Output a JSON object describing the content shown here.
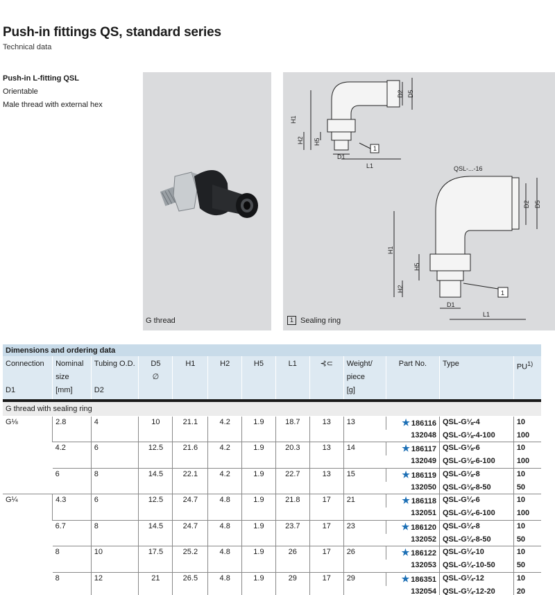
{
  "header": {
    "title": "Push-in fittings QS, standard series",
    "subtitle": "Technical data"
  },
  "product": {
    "name": "Push-in L-fitting QSL",
    "features": [
      "Orientable",
      "Male thread with external hex"
    ]
  },
  "images": {
    "photo_caption": "G thread",
    "drawing_caption": "Sealing ring",
    "drawing_callout": "1",
    "drawing_variant_label": "QSL-...-16",
    "dimension_labels": [
      "D2",
      "D5",
      "H1",
      "H2",
      "H5",
      "D1",
      "L1"
    ]
  },
  "table": {
    "section_title": "Dimensions and ordering data",
    "headers": {
      "connection": [
        "Connection",
        "",
        "D1"
      ],
      "nominal": [
        "Nominal",
        "size",
        "[mm]"
      ],
      "tubing": [
        "Tubing O.D.",
        "",
        "D2"
      ],
      "d5": [
        "D5",
        "∅",
        ""
      ],
      "h1": "H1",
      "h2": "H2",
      "h5": "H5",
      "l1": "L1",
      "wrench": "⊰⊂",
      "weight": [
        "Weight/",
        "piece",
        "[g]"
      ],
      "part_no": "Part No.",
      "type": "Type",
      "pu": "PU",
      "pu_sup": "1)"
    },
    "group_label": "G thread with sealing ring",
    "groups": [
      {
        "connection": "G⅛",
        "rows": [
          {
            "nominal": "2.8",
            "tubing": "4",
            "d5": "10",
            "h1": "21.1",
            "h2": "4.2",
            "h5": "1.9",
            "l1": "18.7",
            "wrench": "13",
            "weight": "13",
            "parts": [
              {
                "no": "186116",
                "star": true,
                "type": "QSL-G⅛-4",
                "pu": "10"
              },
              {
                "no": "132048",
                "star": false,
                "type": "QSL-G⅛-4-100",
                "pu": "100"
              }
            ]
          },
          {
            "nominal": "4.2",
            "tubing": "6",
            "d5": "12.5",
            "h1": "21.6",
            "h2": "4.2",
            "h5": "1.9",
            "l1": "20.3",
            "wrench": "13",
            "weight": "14",
            "parts": [
              {
                "no": "186117",
                "star": true,
                "type": "QSL-G⅛-6",
                "pu": "10"
              },
              {
                "no": "132049",
                "star": false,
                "type": "QSL-G⅛-6-100",
                "pu": "100"
              }
            ]
          },
          {
            "nominal": "6",
            "tubing": "8",
            "d5": "14.5",
            "h1": "22.1",
            "h2": "4.2",
            "h5": "1.9",
            "l1": "22.7",
            "wrench": "13",
            "weight": "15",
            "parts": [
              {
                "no": "186119",
                "star": true,
                "type": "QSL-G⅛-8",
                "pu": "10"
              },
              {
                "no": "132050",
                "star": false,
                "type": "QSL-G⅛-8-50",
                "pu": "50"
              }
            ]
          }
        ]
      },
      {
        "connection": "G¼",
        "rows": [
          {
            "nominal": "4.3",
            "tubing": "6",
            "d5": "12.5",
            "h1": "24.7",
            "h2": "4.8",
            "h5": "1.9",
            "l1": "21.8",
            "wrench": "17",
            "weight": "21",
            "parts": [
              {
                "no": "186118",
                "star": true,
                "type": "QSL-G¼-6",
                "pu": "10"
              },
              {
                "no": "132051",
                "star": false,
                "type": "QSL-G¼-6-100",
                "pu": "100"
              }
            ]
          },
          {
            "nominal": "6.7",
            "tubing": "8",
            "d5": "14.5",
            "h1": "24.7",
            "h2": "4.8",
            "h5": "1.9",
            "l1": "23.7",
            "wrench": "17",
            "weight": "23",
            "parts": [
              {
                "no": "186120",
                "star": true,
                "type": "QSL-G¼-8",
                "pu": "10"
              },
              {
                "no": "132052",
                "star": false,
                "type": "QSL-G¼-8-50",
                "pu": "50"
              }
            ]
          },
          {
            "nominal": "8",
            "tubing": "10",
            "d5": "17.5",
            "h1": "25.2",
            "h2": "4.8",
            "h5": "1.9",
            "l1": "26",
            "wrench": "17",
            "weight": "26",
            "parts": [
              {
                "no": "186122",
                "star": true,
                "type": "QSL-G¼-10",
                "pu": "10"
              },
              {
                "no": "132053",
                "star": false,
                "type": "QSL-G¼-10-50",
                "pu": "50"
              }
            ]
          },
          {
            "nominal": "8",
            "tubing": "12",
            "d5": "21",
            "h1": "26.5",
            "h2": "4.8",
            "h5": "1.9",
            "l1": "29",
            "wrench": "17",
            "weight": "29",
            "parts": [
              {
                "no": "186351",
                "star": true,
                "type": "QSL-G¼-12",
                "pu": "10"
              },
              {
                "no": "132054",
                "star": false,
                "type": "QSL-G¼-12-20",
                "pu": "20"
              }
            ]
          }
        ]
      }
    ]
  },
  "colors": {
    "section_header_bg": "#c8dbe9",
    "column_header_bg": "#dde9f2",
    "image_panel_bg": "#dadbdd",
    "star": "#1c6fb5"
  }
}
